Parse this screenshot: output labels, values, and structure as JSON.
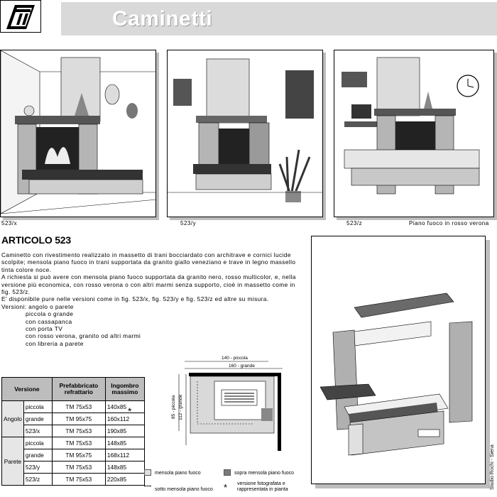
{
  "header": {
    "title": "Caminetti"
  },
  "images": {
    "captions": [
      "523/x",
      "523/y",
      "523/z",
      "Piano fuoco in rosso verona"
    ]
  },
  "article": {
    "title": "ARTICOLO 523",
    "paragraphs": [
      "Caminetto con rivestimento realizzato in massetto di trani bocciardato con architrave e cornici lucide scolpite; mensola piano fuoco in trani supportata da granito giallo veneziano e trave in legno massello tinta colore noce.",
      "A richiesta si può avere con mensola piano fuoco supportata da granito nero, rosso multicolor, e, nella versione più economica, con rosso verona o con altri marmi senza supporto, cioè in massetto come in fig. 523/z.",
      "E' disponibile pure nelle versioni come in fig. 523/x, fig. 523/y e fig. 523/z ed altre su misura.",
      "Versioni: angolo o parete"
    ],
    "versions": [
      "piccola o grande",
      "con cassapanca",
      "con porta TV",
      "con rosso verona, granito od altri marmi",
      "con libreria a parete"
    ]
  },
  "table": {
    "headers": [
      "Versione",
      "Prefabbricato refrattario",
      "Ingombro massimo"
    ],
    "groups": [
      {
        "name": "Angolo",
        "rows": [
          {
            "label": "piccola",
            "pref": "TM 75x53",
            "ingombro": "140x85"
          },
          {
            "label": "grande",
            "pref": "TM 95x75",
            "ingombro": "160x112"
          },
          {
            "label": "523/x",
            "pref": "TM 75x53",
            "ingombro": "190x85"
          }
        ]
      },
      {
        "name": "Parete",
        "rows": [
          {
            "label": "piccola",
            "pref": "TM 75x53",
            "ingombro": "148x85"
          },
          {
            "label": "grande",
            "pref": "TM 95x75",
            "ingombro": "168x112"
          },
          {
            "label": "523/y",
            "pref": "TM 75x53",
            "ingombro": "148x85"
          },
          {
            "label": "523/z",
            "pref": "TM 75x53",
            "ingombro": "220x85"
          }
        ]
      }
    ],
    "star": "*"
  },
  "plan": {
    "dim_top_small": "140 - piccola",
    "dim_top_large": "160 - grande",
    "dim_side_small": "85 - piccola",
    "dim_side_large": "112 - grande"
  },
  "legend": {
    "item1": "mensola piano fuoco",
    "item2": "sopra mensola piano fuoco",
    "item3": "sotto mensola piano fuoco",
    "item4_star": "*",
    "item4_line1": "versione fotografata e",
    "item4_line2": "rappresentata in pianta"
  },
  "credit": "Studio Rochi - Siena"
}
